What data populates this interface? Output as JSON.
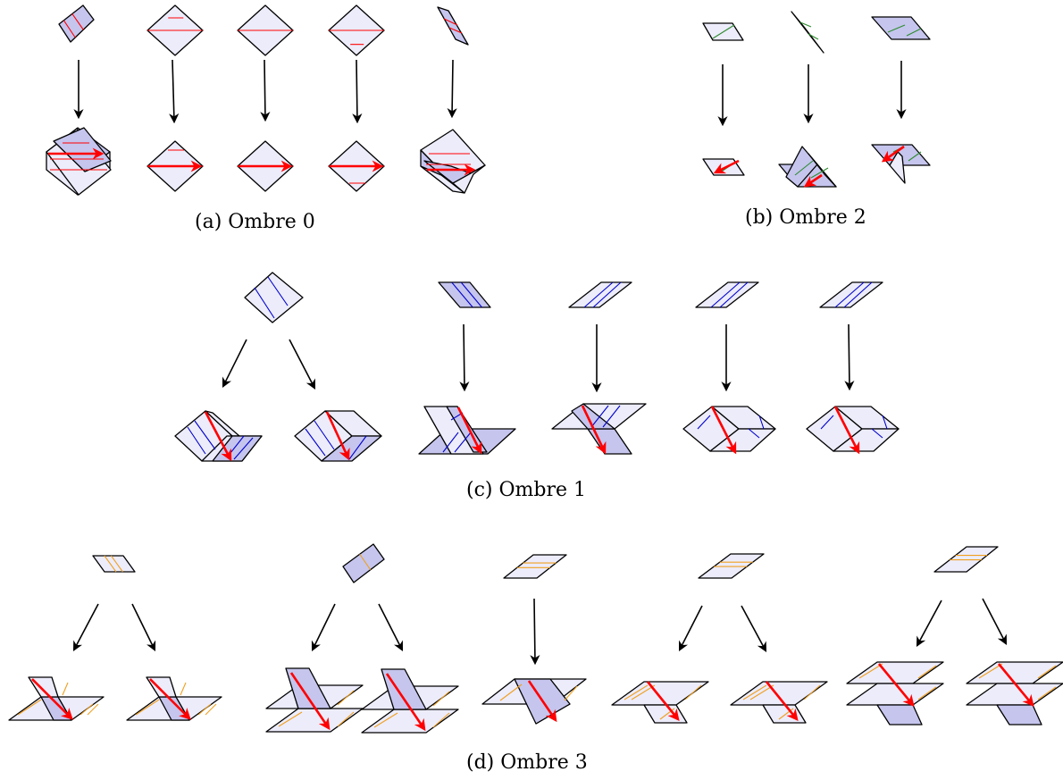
{
  "captions": {
    "a": "(a) Ombre 0",
    "b": "(b) Ombre 2",
    "c": "(c) Ombre 1",
    "d": "(d) Ombre 3"
  },
  "colors": {
    "tile_light": "#ececfb",
    "tile_dark": "#c5c5ee",
    "edge": "#000000",
    "stripe_a": "#ff0000",
    "stripe_b": "#2e8b2e",
    "stripe_c": "#0000cc",
    "stripe_d": "#f0a020",
    "vector": "#ff0000"
  }
}
